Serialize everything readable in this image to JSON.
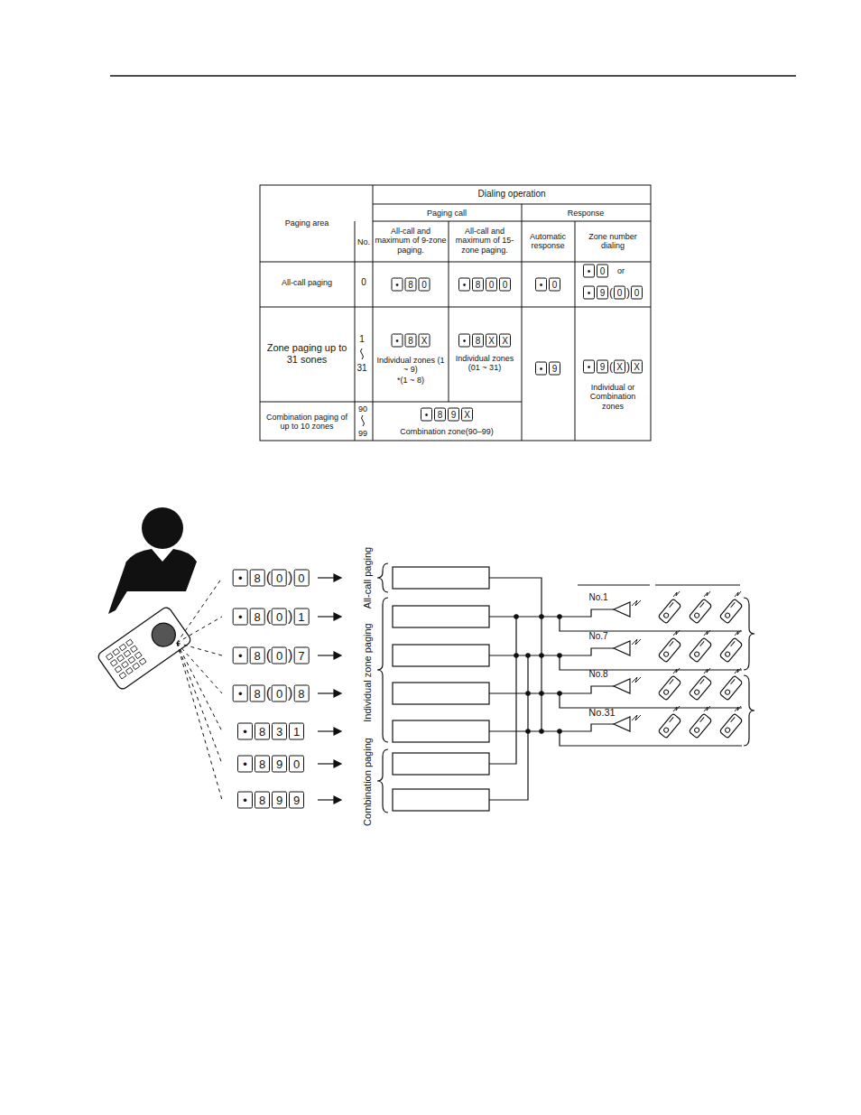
{
  "diagram": {
    "labels": [
      "Dialing operation",
      "Paging call",
      "Response",
      "Paging area",
      "No.",
      "All-call and maximum of 9-zone paging.",
      "All-call and maximum of 15-zone paging.",
      "Automatic response",
      "Zone number dialing",
      "All-call paging",
      "0",
      "•80",
      "•800",
      "•0",
      "•0",
      "or",
      "•9(0)0",
      "Zone paging up to 31 sones",
      "1",
      "31",
      "•8X",
      "Individual zones (1 ~ 9)",
      "*(1 ~ 8)",
      "•8XX",
      "Individual zones (01 ~ 31)",
      "•9",
      "•9(X)X",
      "Individual or Combination zones",
      "Combination paging of up to 10 zones",
      "90",
      "99",
      "•89X",
      "Combination zone(90–99)",
      "•8(0)0",
      "•8(0)1",
      "•8(0)7",
      "•8(0)8",
      "•831",
      "•890",
      "•899",
      "All-call paging",
      "Individual zone paging",
      "Combination paging",
      "No.1",
      "No.7",
      "No.8",
      "No.31"
    ]
  }
}
